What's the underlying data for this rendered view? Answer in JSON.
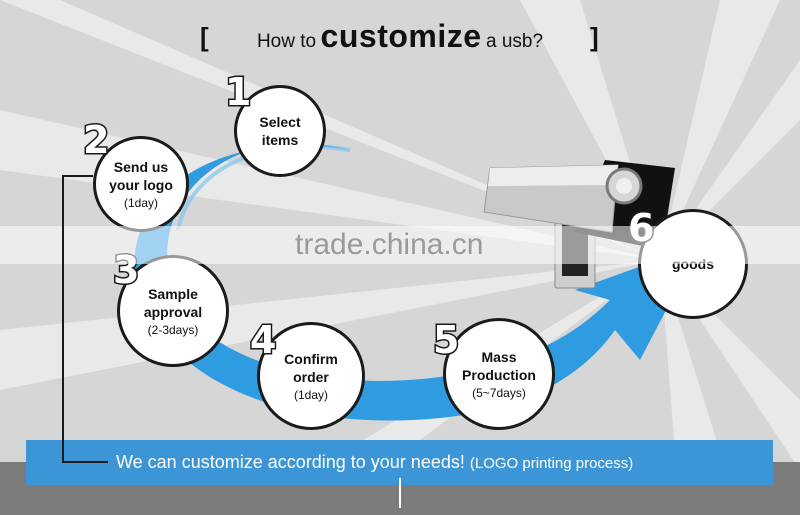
{
  "title": {
    "open_bracket": "[",
    "prefix": "How to",
    "emphasis": "customize",
    "suffix": "a usb?",
    "close_bracket": "]"
  },
  "steps": [
    {
      "number": "1",
      "label": "Select\nitems",
      "duration": ""
    },
    {
      "number": "2",
      "label": "Send us\nyour logo",
      "duration": "(1day)"
    },
    {
      "number": "3",
      "label": "Sample\napproval",
      "duration": "(2-3days)"
    },
    {
      "number": "4",
      "label": "Confirm\norder",
      "duration": "(1day)"
    },
    {
      "number": "5",
      "label": "Mass\nProduction",
      "duration": "(5~7days)"
    },
    {
      "number": "6",
      "label": "goods",
      "duration": ""
    }
  ],
  "watermark": "trade.china.cn",
  "banner": {
    "text": "We can customize according to your needs!",
    "subtext": "(LOGO printing process)"
  },
  "colors": {
    "arrow": "#2f9be0",
    "banner": "#3b95d6",
    "background": "#d6d6d6"
  }
}
